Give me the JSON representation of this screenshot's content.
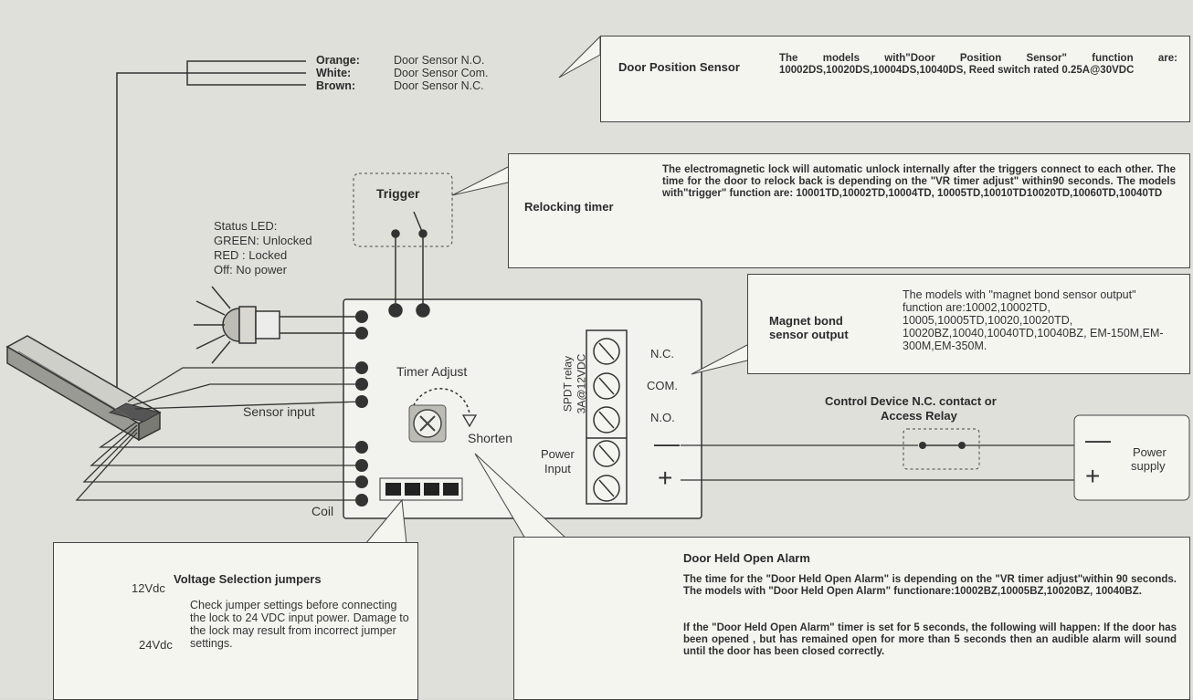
{
  "door_sensor": {
    "wires": [
      {
        "color": "Orange:",
        "function": "Door Sensor N.O."
      },
      {
        "color": "White:",
        "function": "Door Sensor Com."
      },
      {
        "color": "Brown:",
        "function": "Door Sensor N.C."
      }
    ],
    "title": "Door Position Sensor",
    "text": "The models with\"Door Position Sensor\" function are: 10002DS,10020DS,10004DS,10040DS, Reed switch rated 0.25A@30VDC"
  },
  "trigger": {
    "label": "Trigger"
  },
  "relocking": {
    "title": "Relocking timer",
    "text": "The electromagnetic lock will automatic unlock internally after the triggers connect to each other. The time for the door to relock back is depending on the \"VR timer adjust\" within90 seconds. The models with\"trigger\" function are: 10001TD,10002TD,10004TD, 10005TD,10010TD10020TD,10060TD,10040TD"
  },
  "status_led": {
    "title": "Status LED:",
    "green": "GREEN: Unlocked",
    "red": "RED : Locked",
    "off": "Off: No power"
  },
  "magnet_bond": {
    "title_line1": "Magnet bond",
    "title_line2": "sensor output",
    "text": "The models with \"magnet bond sensor output\" function are:10002,10002TD, 10005,10005TD,10020,10020TD, 10020BZ,10040,10040TD,10040BZ, EM-150M,EM-300M,EM-350M."
  },
  "board": {
    "timer_adjust": "Timer Adjust",
    "shorten": "Shorten",
    "sensor_input": "Sensor input",
    "coil": "Coil",
    "power_input_line1": "Power",
    "power_input_line2": "Input",
    "relay_line1": "SPDT relay",
    "relay_line2": "3A@12VDC",
    "terminals": [
      "N.C.",
      "COM.",
      "N.O."
    ],
    "minus": "—",
    "plus": "+"
  },
  "power": {
    "control_line1": "Control Device N.C. contact or",
    "control_line2": "Access Relay",
    "minus": "—",
    "plus": "+",
    "supply_line1": "Power",
    "supply_line2": "supply"
  },
  "voltage": {
    "title": "Voltage Selection jumpers",
    "v12": "12Vdc",
    "v24": "24Vdc",
    "text": "Check jumper settings before connecting the lock to 24 VDC input power. Damage to the lock may result from incorrect jumper settings."
  },
  "alarm": {
    "title": "Door Held Open Alarm",
    "text1": "The time for the \"Door Held Open Alarm\" is depending on the \"VR timer adjust\"within 90 seconds. The models with \"Door Held Open Alarm\" functionare:10002BZ,10005BZ,10020BZ, 10040BZ.",
    "text2": "If the \"Door Held Open Alarm\" timer is set for 5 seconds, the following will happen: If the door has been opened , but has remained open for more than 5 seconds then an audible alarm will sound until the door has been closed correctly."
  }
}
